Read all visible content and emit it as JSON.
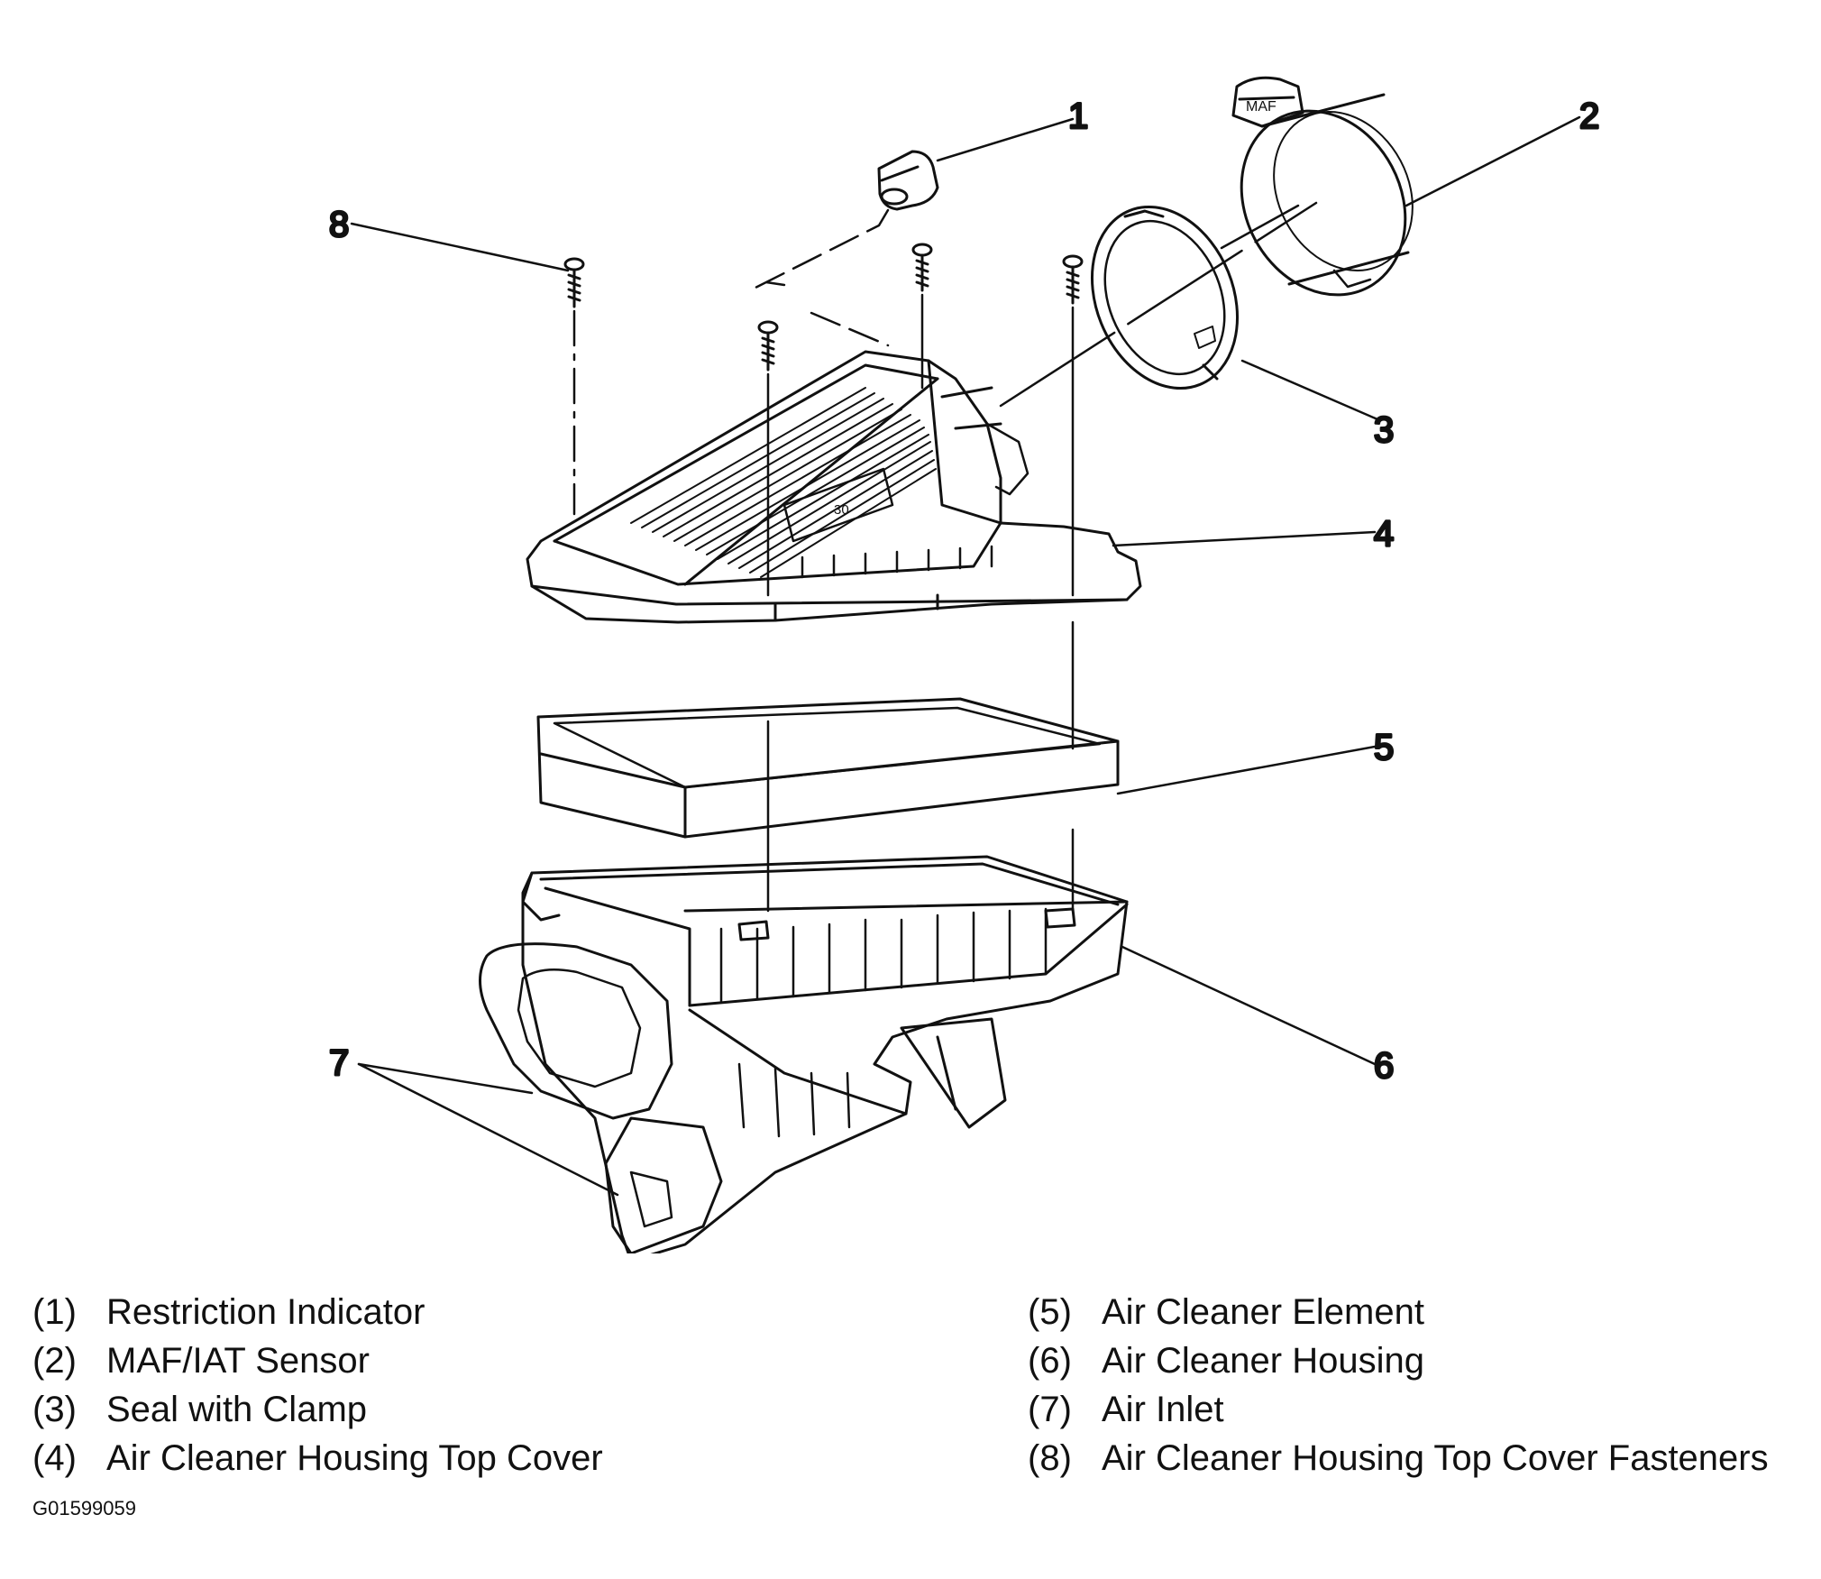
{
  "callouts": [
    "1",
    "2",
    "3",
    "4",
    "5",
    "6",
    "7",
    "8"
  ],
  "legend": [
    {
      "num": "(1)",
      "label": "Restriction Indicator"
    },
    {
      "num": "(2)",
      "label": "MAF/IAT Sensor"
    },
    {
      "num": "(3)",
      "label": "Seal with Clamp"
    },
    {
      "num": "(4)",
      "label": "Air Cleaner Housing Top Cover"
    },
    {
      "num": "(5)",
      "label": "Air Cleaner Element"
    },
    {
      "num": "(6)",
      "label": "Air Cleaner Housing"
    },
    {
      "num": "(7)",
      "label": "Air Inlet"
    },
    {
      "num": "(8)",
      "label": "Air Cleaner Housing Top Cover Fasteners"
    }
  ],
  "cover_marking": "30",
  "figure_id": "G01599059"
}
